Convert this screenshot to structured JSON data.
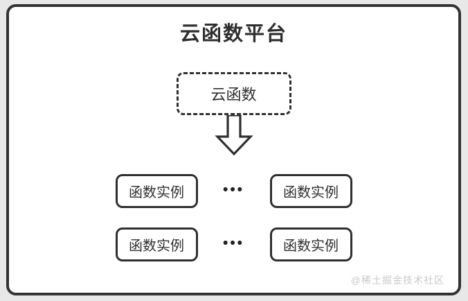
{
  "colors": {
    "page_bg": "#e8e8e8",
    "panel_bg": "#ffffff",
    "line": "#2f2f2f",
    "text": "#2f2f2f",
    "watermark": "#c9c9c9"
  },
  "diagram": {
    "title": "云函数平台",
    "cloud_function": {
      "label": "云函数"
    },
    "instance_rows": [
      {
        "left": "函数实例",
        "ellipsis": "•••",
        "right": "函数实例"
      },
      {
        "left": "函数实例",
        "ellipsis": "•••",
        "right": "函数实例"
      }
    ]
  },
  "watermark": "@稀土掘金技术社区"
}
